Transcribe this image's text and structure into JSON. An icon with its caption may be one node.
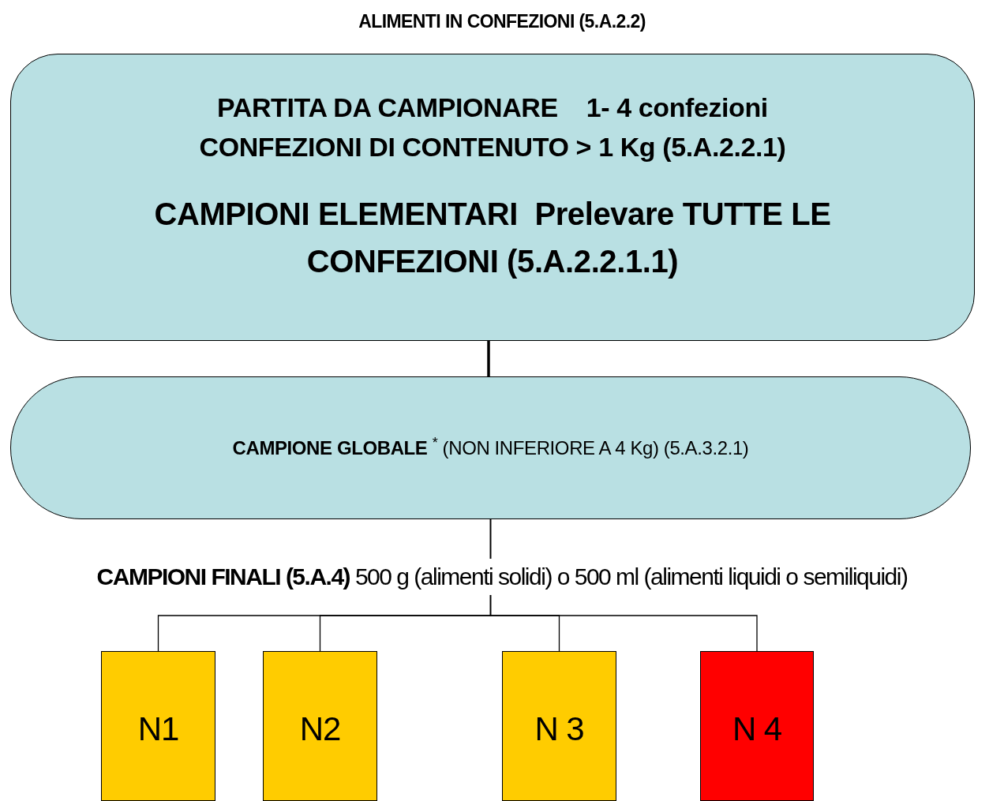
{
  "diagram": {
    "title": "ALIMENTI IN CONFEZIONI (5.A.2.2)",
    "nodes": [
      {
        "text": [
          "PARTITA DA CAMPIONARE",
          "1- 4 confezioni",
          "CONFEZIONI DI CONTENUTO > 1 Kg (5.A.2.2.1)",
          "CAMPIONI ELEMENTARI  Prelevare TUTTE LE CONFEZIONI (5.A.2.2.1.1)"
        ]
      },
      {
        "text": [
          "**CAMPIONE GLOBALE** $^{*}$ (NON INFERIORE A 4 Kg) (5.A.3.2.1)"
        ]
      },
      {
        "text": [
          "N1"
        ]
      },
      {
        "text": [
          "N2"
        ]
      },
      {
        "text": [
          "N 3"
        ]
      },
      {
        "text": [
          "N 4"
        ]
      }
    ],
    "edges": [
      {
        "from": 0,
        "to": 1,
        "arrow": "none",
        "style": "thick"
      },
      {
        "from": 1,
        "to": 2,
        "arrow": "none"
      },
      {
        "from": 1,
        "to": 3,
        "arrow": "none"
      },
      {
        "from": 1,
        "to": 4,
        "arrow": "none"
      },
      {
        "from": 1,
        "to": 5,
        "arrow": "none"
      }
    ],
    "labels": [
      "**CAMPIONI FINALI (5.A.4)** 500 g (alimenti solidi) o 500 ml (alimenti liquidi o semiliquidi)"
    ]
  }
}
